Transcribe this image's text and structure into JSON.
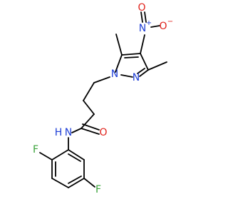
{
  "molecule": {
    "labels": {
      "nitro_n": "N",
      "nitro_n_charge": "+",
      "nitro_o_top": "O",
      "nitro_o_right": "O",
      "nitro_o_right_charge": "−",
      "pyrazole_n1": "N",
      "pyrazole_n2": "N",
      "carbonyl_o": "O",
      "amide_n": "N",
      "amide_h": "H",
      "fluoro_top": "F",
      "fluoro_bottom": "F"
    },
    "colors": {
      "bond": "#000000",
      "nitrogen": "#1f3fd6",
      "oxygen": "#e0221b",
      "fluorine": "#3aa33a"
    }
  }
}
